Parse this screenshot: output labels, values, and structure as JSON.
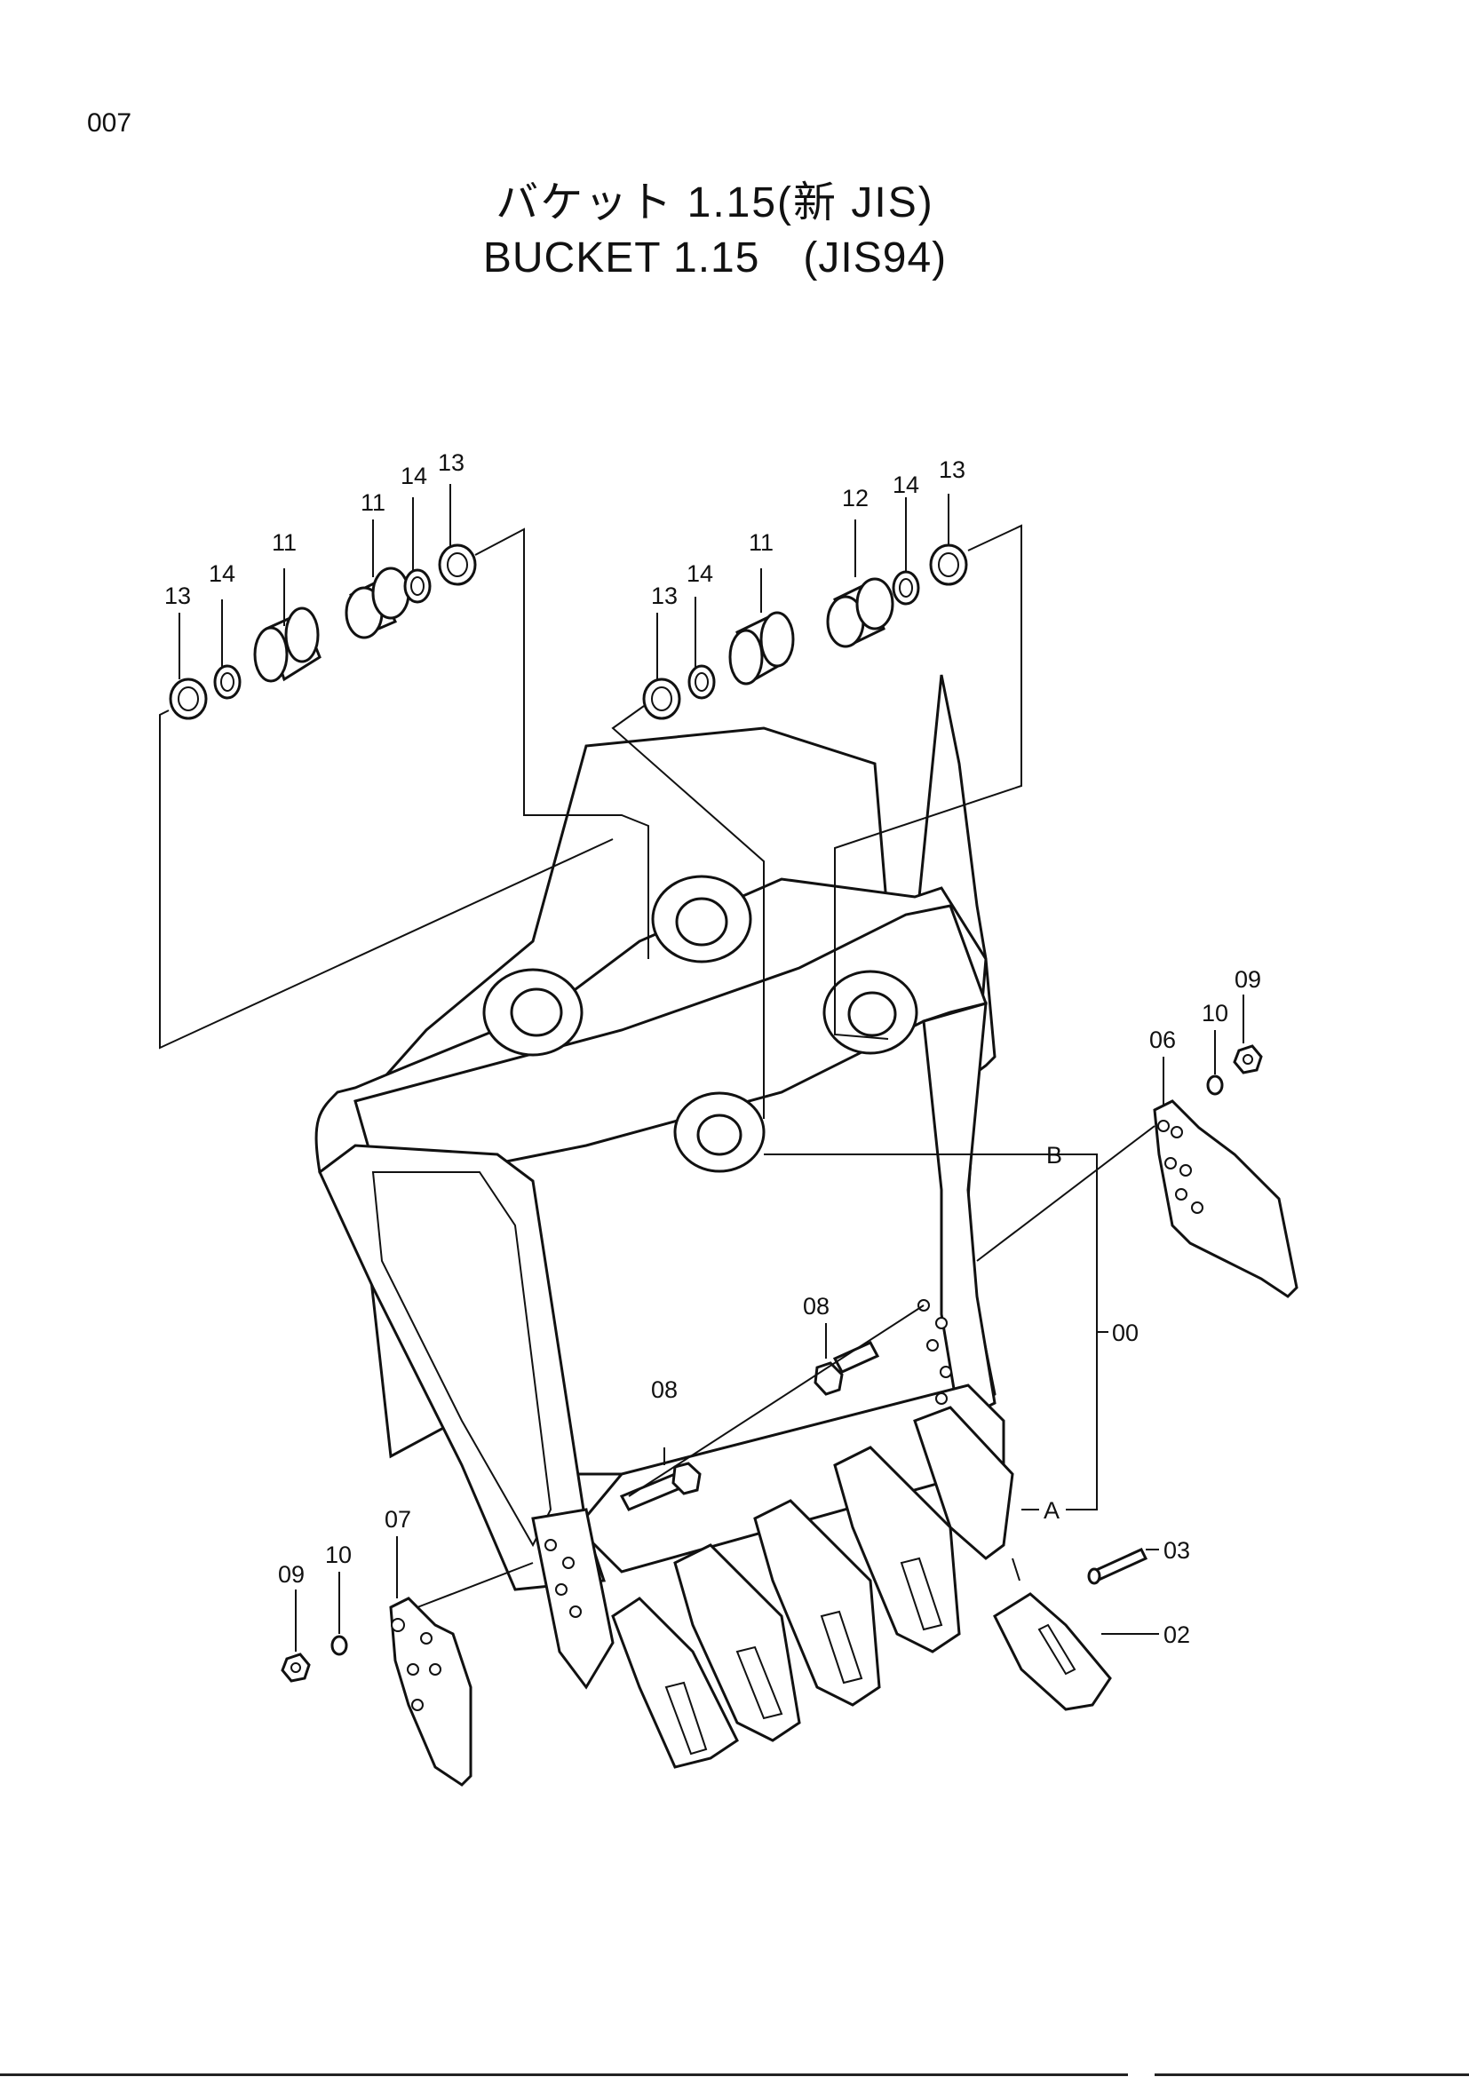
{
  "page_number": "007",
  "title_jp": "バケット 1.15(新 JIS)",
  "title_en": "BUCKET 1.15　(JIS94)",
  "callouts": {
    "p13a": "13",
    "p14a": "14",
    "p11a": "11",
    "p11b": "11",
    "p14b": "14",
    "p13b": "13",
    "p13c": "13",
    "p14c": "14",
    "p11c": "11",
    "p12": "12",
    "p14d": "14",
    "p13d": "13",
    "p09r": "09",
    "p10r": "10",
    "p06": "06",
    "pB": "B",
    "p00": "00",
    "pA": "A",
    "p08a": "08",
    "p08b": "08",
    "p07": "07",
    "p10l": "10",
    "p09l": "09",
    "p03": "03",
    "p02": "02"
  }
}
